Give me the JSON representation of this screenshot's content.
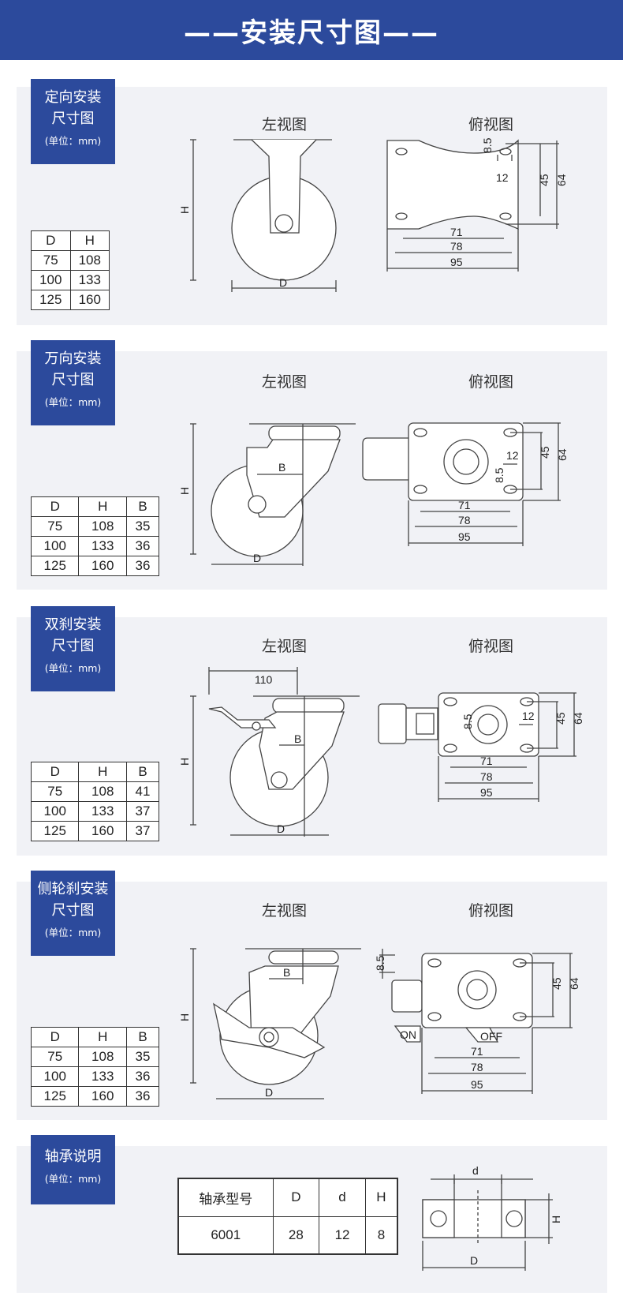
{
  "header": {
    "title": "——安装尺寸图——"
  },
  "labels": {
    "left_view": "左视图",
    "top_view": "俯视图",
    "unit": "(单位：mm)"
  },
  "sections": [
    {
      "title_lines": [
        "定向安装",
        "尺寸图"
      ],
      "table": {
        "headers": [
          "D",
          "H"
        ],
        "rows": [
          [
            "75",
            "108"
          ],
          [
            "100",
            "133"
          ],
          [
            "125",
            "160"
          ]
        ]
      }
    },
    {
      "title_lines": [
        "万向安装",
        "尺寸图"
      ],
      "table": {
        "headers": [
          "D",
          "H",
          "B"
        ],
        "rows": [
          [
            "75",
            "108",
            "35"
          ],
          [
            "100",
            "133",
            "36"
          ],
          [
            "125",
            "160",
            "36"
          ]
        ]
      }
    },
    {
      "title_lines": [
        "双刹安装",
        "尺寸图"
      ],
      "table": {
        "headers": [
          "D",
          "H",
          "B"
        ],
        "rows": [
          [
            "75",
            "108",
            "41"
          ],
          [
            "100",
            "133",
            "37"
          ],
          [
            "125",
            "160",
            "37"
          ]
        ]
      }
    },
    {
      "title_lines": [
        "侧轮刹安装",
        "尺寸图"
      ],
      "table": {
        "headers": [
          "D",
          "H",
          "B"
        ],
        "rows": [
          [
            "75",
            "108",
            "35"
          ],
          [
            "100",
            "133",
            "36"
          ],
          [
            "125",
            "160",
            "36"
          ]
        ]
      }
    }
  ],
  "dims": {
    "H": "H",
    "D": "D",
    "B": "B",
    "d": "d",
    "w95": "95",
    "w78": "78",
    "w71": "71",
    "h64": "64",
    "h45": "45",
    "s12": "12",
    "s85": "8.5",
    "w110": "110",
    "on": "ON",
    "off": "OFF"
  },
  "bearing": {
    "title": "轴承说明",
    "headers": [
      "轴承型号",
      "D",
      "d",
      "H"
    ],
    "row": [
      "6001",
      "28",
      "12",
      "8"
    ]
  }
}
